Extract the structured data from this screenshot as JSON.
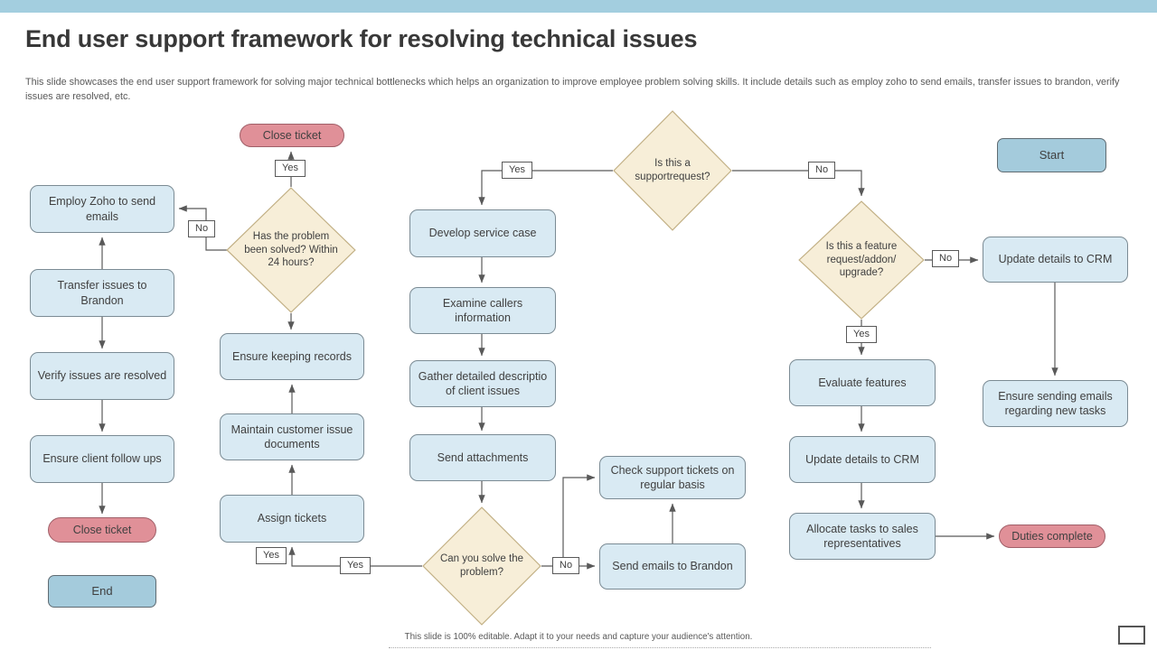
{
  "slide": {
    "title": "End user support framework for resolving technical issues",
    "description": "This slide showcases the end user support framework for solving major technical bottlenecks which helps an organization to improve employee problem solving skills. It include details such as employ zoho to send emails, transfer issues to brandon, verify issues are resolved, etc.",
    "footer": "This slide is 100% editable.  Adapt it to your needs and capture your audience's attention."
  },
  "labels": {
    "yes": "Yes",
    "no": "No"
  },
  "nodes": {
    "start": "Start",
    "end": "End",
    "close_ticket_top": "Close ticket",
    "close_ticket_bottom": "Close ticket",
    "duties_complete": "Duties complete",
    "employ_zoho": "Employ Zoho to send emails",
    "transfer_issues": "Transfer issues to Brandon",
    "verify_issues": "Verify issues are resolved",
    "ensure_client": "Ensure client follow ups",
    "ensure_keeping": "Ensure keeping records",
    "maintain_customer": "Maintain customer issue documents",
    "assign_tickets": "Assign tickets",
    "develop_service": "Develop service case",
    "examine_callers": "Examine callers information",
    "gather_detailed": "Gather detailed descriptio of client issues",
    "send_attachments": "Send attachments",
    "check_support": "Check support tickets on regular basis",
    "send_emails": "Send emails to Brandon",
    "evaluate_features": "Evaluate features",
    "update_crm_mid": "Update details to CRM",
    "update_crm_right": "Update details to CRM",
    "allocate_tasks": "Allocate tasks to sales representatives",
    "ensure_sending": "Ensure sending emails regarding new tasks"
  },
  "decisions": {
    "problem_solved": "Has the problem been solved?  Within 24 hours?",
    "support_request": "Is this a supportrequest?",
    "can_solve": "Can you solve the problem?",
    "feature_request": "Is this a feature request/addon/ upgrade?"
  },
  "colors": {
    "top_bar": "#a3cedf",
    "process_fill": "#d9eaf3",
    "process_border": "#7b8b94",
    "decision_fill": "#f7eed8",
    "decision_border": "#c2b085",
    "pill_fill": "#e09098",
    "pill_border": "#a05f68",
    "terminal_fill": "#a4cbdc",
    "terminal_border": "#5f6b72",
    "connector": "#595959"
  }
}
